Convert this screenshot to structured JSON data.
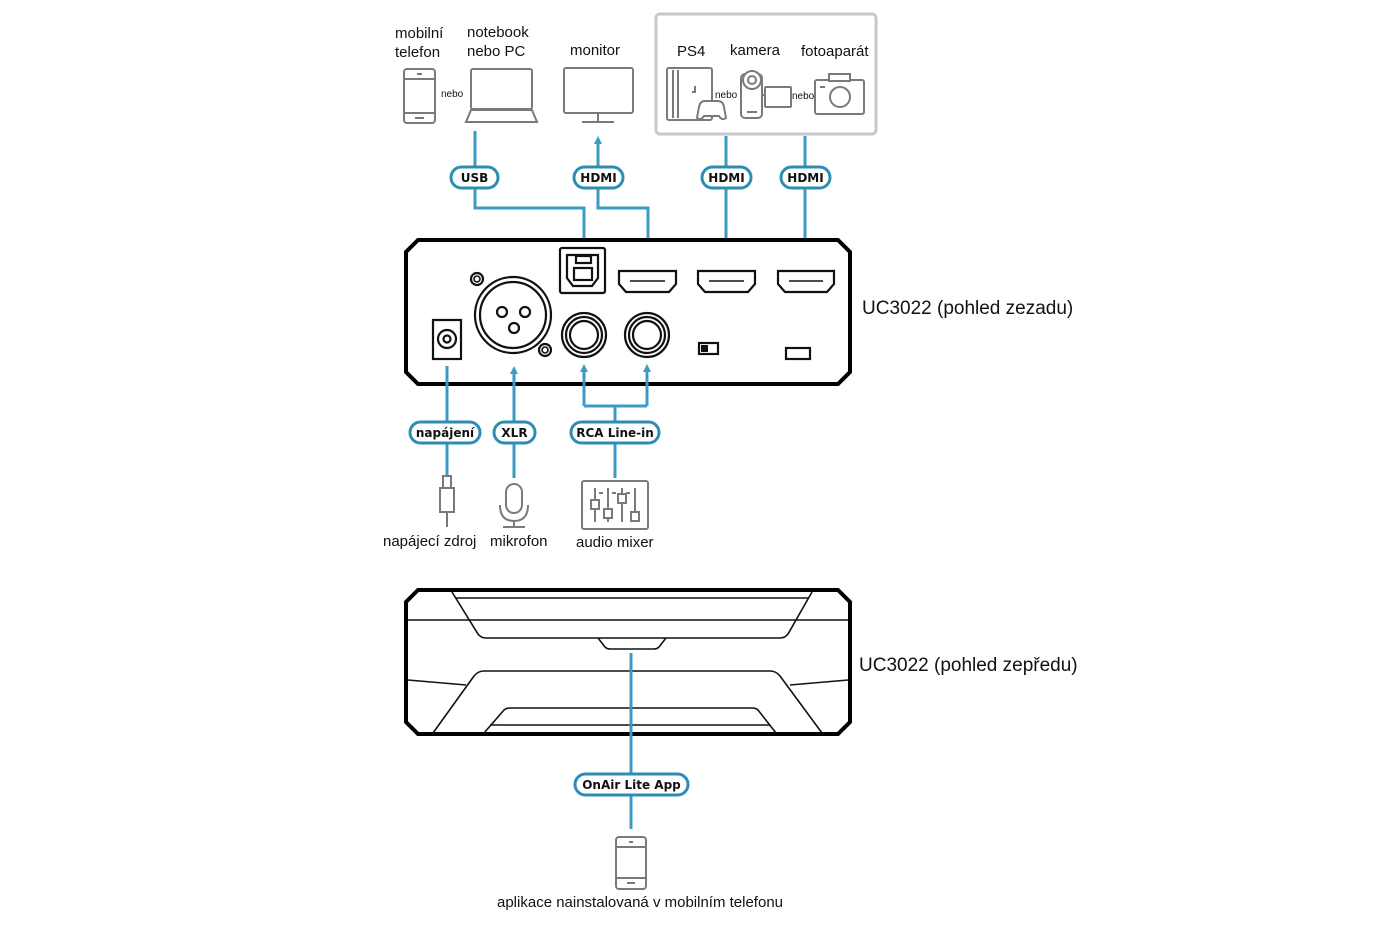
{
  "diagram": {
    "colors": {
      "wire": "#3a9cc4",
      "pill_border": "#2e8db5",
      "device_icon": "#7a7a7a",
      "device_outline": "#000000",
      "group_frame": "#c8c8c8"
    },
    "top_devices": {
      "mobile_phone": {
        "line1": "mobilní",
        "line2": "telefon",
        "icon": "smartphone-icon"
      },
      "or_1": "nebo",
      "notebook": {
        "line1": "notebook",
        "line2": "nebo PC",
        "icon": "laptop-icon"
      },
      "monitor": {
        "label": "monitor",
        "icon": "monitor-icon"
      },
      "source_group": {
        "ps4": {
          "label": "PS4",
          "icon": "game-console-icon"
        },
        "or_2": "nebo",
        "camera": {
          "label": "kamera",
          "icon": "camcorder-icon"
        },
        "or_3": "nebo",
        "photo_camera": {
          "label": "fotoaparát",
          "icon": "photo-camera-icon"
        }
      }
    },
    "connections_top": [
      {
        "label": "USB",
        "from": "notebook",
        "to": "usb-b-port"
      },
      {
        "label": "HDMI",
        "from": "hdmi-out-port",
        "to": "monitor"
      },
      {
        "label": "HDMI",
        "from": "ps4/kamera",
        "to": "hdmi-in-port-1"
      },
      {
        "label": "HDMI",
        "from": "fotoaparát",
        "to": "hdmi-in-port-2"
      }
    ],
    "rear_view": {
      "label": "UC3022 (pohled zezadu)",
      "ports": [
        "dc-power",
        "xlr",
        "usb-b",
        "rca-left",
        "rca-right",
        "hdmi-out",
        "hdmi-in-1",
        "hdmi-in-2",
        "switch",
        "button"
      ]
    },
    "connections_bottom": [
      {
        "label": "napájení"
      },
      {
        "label": "XLR"
      },
      {
        "label": "RCA Line-in"
      }
    ],
    "bottom_devices": {
      "power_supply": {
        "label": "napájecí zdroj",
        "icon": "power-plug-icon"
      },
      "microphone": {
        "label": "mikrofon",
        "icon": "microphone-icon"
      },
      "audio_mixer": {
        "label": "audio mixer",
        "icon": "audio-mixer-icon"
      }
    },
    "front_view": {
      "label": "UC3022 (pohled zepředu)"
    },
    "app_connection": {
      "label": "OnAir Lite App"
    },
    "app_device": {
      "label": "aplikace nainstalovaná v mobilním telefonu",
      "icon": "smartphone-icon"
    }
  }
}
